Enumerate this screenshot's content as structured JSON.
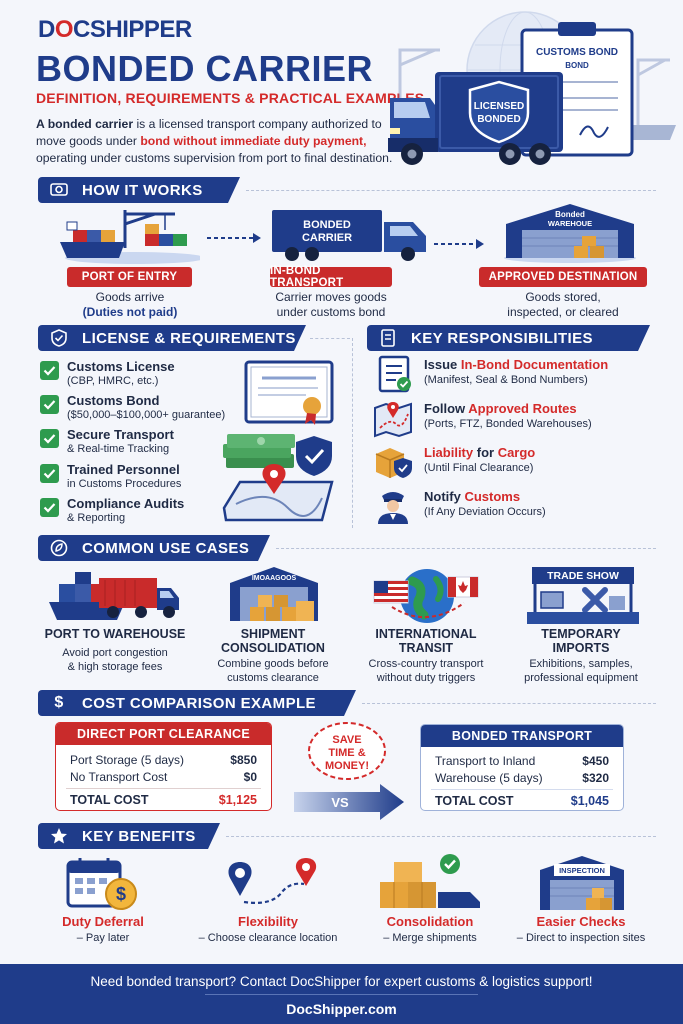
{
  "header": {
    "logo": "DOCSHIPPER",
    "title": "BONDED CARRIER",
    "subtitle": "DEFINITION, REQUIREMENTS & PRACTICAL EXAMPLES",
    "intro_bold": "A bonded carrier",
    "intro_1": " is a licensed transport company authorized to move goods under ",
    "intro_highlight": "bond without immediate duty payment,",
    "intro_2": " operating under customs supervision from port to final destination.",
    "doc_title": "CUSTOMS BOND",
    "doc_sub": "BOND",
    "truck_badge_1": "LICENSED",
    "truck_badge_2": "BONDED"
  },
  "how_it_works": {
    "title": "HOW IT WORKS",
    "steps": [
      {
        "label": "PORT OF ENTRY",
        "desc_1": "Goods arrive",
        "desc_2": "(Duties not paid)"
      },
      {
        "label": "IN-BOND TRANSPORT",
        "desc_1": "Carrier moves goods",
        "desc_2": "under customs bond",
        "truck_text_1": "BONDED",
        "truck_text_2": "CARRIER"
      },
      {
        "label": "APPROVED DESTINATION",
        "desc_1": "Goods stored,",
        "desc_2": "inspected, or cleared",
        "sign_1": "Bonded",
        "sign_2": "WAREHOUE"
      }
    ]
  },
  "license": {
    "title": "LICENSE & REQUIREMENTS",
    "items": [
      {
        "title": "Customs License",
        "sub": "(CBP, HMRC, etc.)"
      },
      {
        "title": "Customs Bond",
        "sub": "($50,000–$100,000+ guarantee)"
      },
      {
        "title": "Secure Transport",
        "sub": "& Real-time Tracking"
      },
      {
        "title": "Trained Personnel",
        "sub": "in Customs Procedures"
      },
      {
        "title": "Compliance Audits",
        "sub": "& Reporting"
      }
    ]
  },
  "responsibilities": {
    "title": "KEY RESPONSIBILITIES",
    "items": [
      {
        "pre": "Issue ",
        "hl": "In-Bond Documentation",
        "post": "",
        "sub": "(Manifest, Seal & Bond Numbers)"
      },
      {
        "pre": "Follow ",
        "hl": "Approved Routes",
        "post": "",
        "sub": "(Ports, FTZ, Bonded Warehouses)"
      },
      {
        "pre": "",
        "hl": "Liability",
        "post": " for ",
        "hl2": "Cargo",
        "sub": "(Until Final Clearance)"
      },
      {
        "pre": "Notify ",
        "hl": "Customs",
        "post": "",
        "sub": "(If Any Deviation Occurs)"
      }
    ]
  },
  "use_cases": {
    "title": "COMMON USE CASES",
    "items": [
      {
        "title_1": "PORT TO WAREHOUSE",
        "title_2": "",
        "desc_1": "Avoid port congestion",
        "desc_2": "& high storage fees"
      },
      {
        "title_1": "SHIPMENT",
        "title_2": "CONSOLIDATION",
        "desc_1": "Combine goods before",
        "desc_2": "customs clearance",
        "sign": "IMOAAGOOS"
      },
      {
        "title_1": "INTERNATIONAL",
        "title_2": "TRANSIT",
        "desc_1": "Cross-country transport",
        "desc_2": "without duty triggers"
      },
      {
        "title_1": "TEMPORARY",
        "title_2": "IMPORTS",
        "desc_1": "Exhibitions, samples,",
        "desc_2": "professional equipment",
        "banner": "TRADE SHOW"
      }
    ]
  },
  "cost": {
    "title": "COST COMPARISON EXAMPLE",
    "direct": {
      "title": "DIRECT PORT CLEARANCE",
      "rows": [
        {
          "label": "Port Storage (5 days)",
          "value": "$850"
        },
        {
          "label": "No Transport Cost",
          "value": "$0"
        }
      ],
      "total_label": "TOTAL COST",
      "total_value": "$1,125"
    },
    "bonded": {
      "title": "BONDED TRANSPORT",
      "rows": [
        {
          "label": "Transport to Inland",
          "value": "$450"
        },
        {
          "label": "Warehouse (5 days)",
          "value": "$320"
        }
      ],
      "total_label": "TOTAL COST",
      "total_value": "$1,045"
    },
    "save_1": "SAVE",
    "save_2": "TIME &",
    "save_3": "MONEY!",
    "vs": "VS"
  },
  "benefits": {
    "title": "KEY BENEFITS",
    "items": [
      {
        "title": "Duty Deferral",
        "desc": "– Pay later"
      },
      {
        "title": "Flexibility",
        "desc": "– Choose clearance location"
      },
      {
        "title": "Consolidation",
        "desc": "– Merge shipments"
      },
      {
        "title": "Easier Checks",
        "desc": "– Direct to inspection sites",
        "sign": "INSPECTION"
      }
    ]
  },
  "footer": {
    "message": "Need bonded transport? Contact DocShipper for expert customs & logistics support!",
    "url": "DocShipper.com"
  },
  "colors": {
    "navy": "#1f3c8a",
    "red": "#d42a2a",
    "green": "#2e9b4e",
    "gold": "#f2b63c"
  }
}
